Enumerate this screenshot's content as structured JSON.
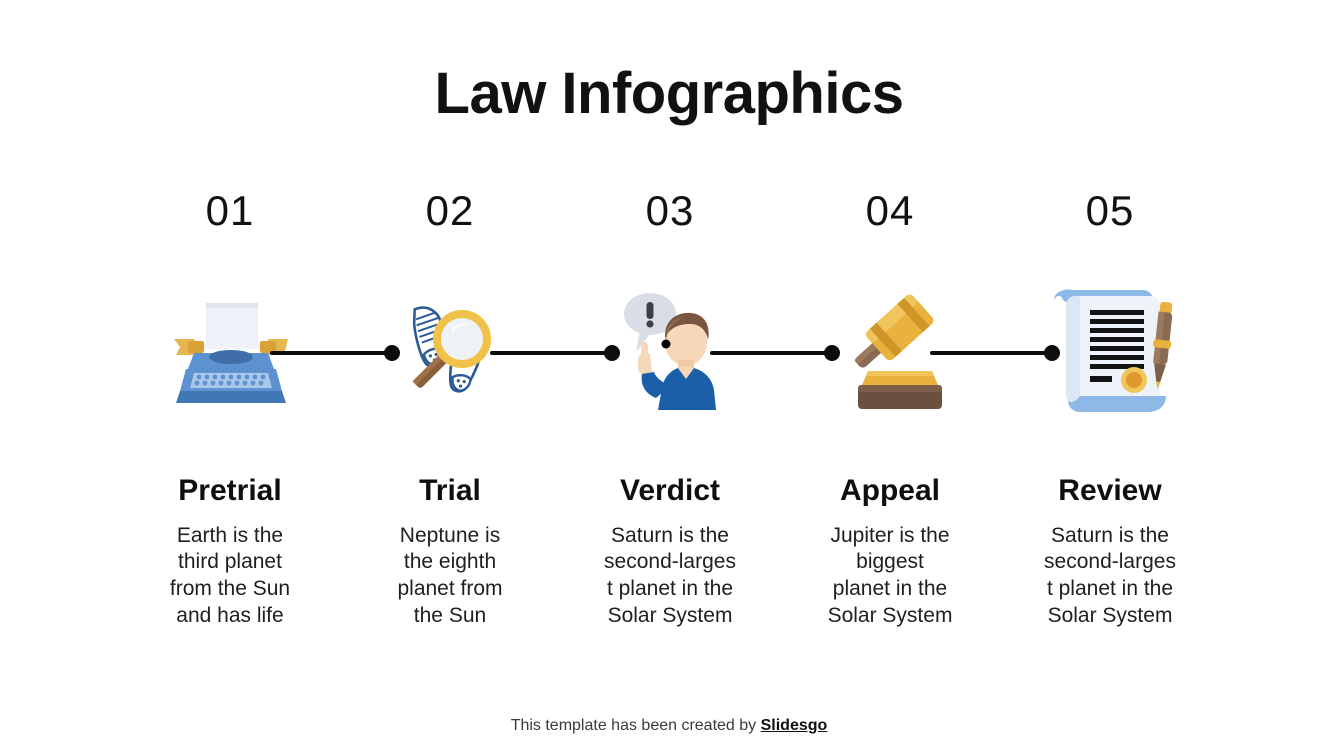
{
  "slide": {
    "title": "Law Infographics",
    "background_color": "#ffffff",
    "text_color": "#1a1a1a"
  },
  "timeline": {
    "connector_color": "#0d0d0d",
    "steps": [
      {
        "number": "01",
        "icon": "typewriter-icon",
        "heading": "Pretrial",
        "body": "Earth is the\nthird planet\nfrom the Sun\nand has life"
      },
      {
        "number": "02",
        "icon": "magnifying-glass-footprints-icon",
        "heading": "Trial",
        "body": "Neptune is\nthe eighth\nplanet from\nthe Sun"
      },
      {
        "number": "03",
        "icon": "person-speaking-icon",
        "heading": "Verdict",
        "body": "Saturn is the\nsecond-larges\nt planet in the\nSolar System"
      },
      {
        "number": "04",
        "icon": "gavel-icon",
        "heading": "Appeal",
        "body": "Jupiter is the\nbiggest\nplanet in the\nSolar System"
      },
      {
        "number": "05",
        "icon": "scroll-pen-icon",
        "heading": "Review",
        "body": "Saturn is the\nsecond-larges\nt planet in the\nSolar System"
      }
    ]
  },
  "footer": {
    "prefix": "This template has been created by ",
    "brand": "Slidesgo"
  },
  "palette": {
    "typewriter_blue": "#5d92d0",
    "typewriter_blue_dark": "#4277b5",
    "paper_white": "#eef1f7",
    "gold": "#e8b23c",
    "gold_dark": "#cf9526",
    "brown": "#8a6a52",
    "brown_dark": "#6b4f3f",
    "shirt_blue": "#1a5fa8",
    "skin": "#f6d8b8",
    "hair_brown": "#7a5540",
    "bubble_gray": "#d9dde5",
    "scroll_blue": "#8db8e8",
    "outline_blue": "#2a5a9a"
  }
}
